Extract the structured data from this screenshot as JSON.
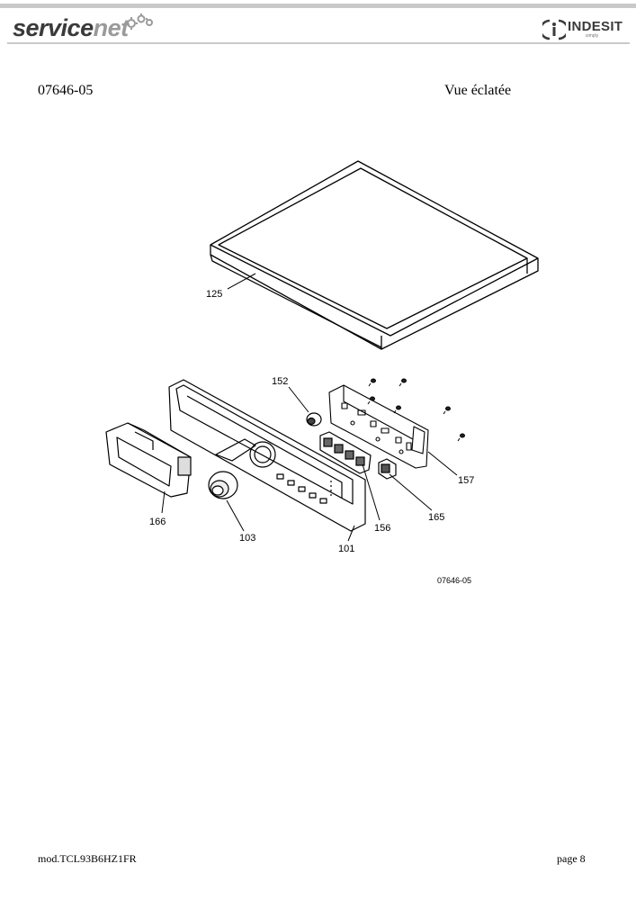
{
  "header": {
    "brand_service_1": "service",
    "brand_service_2": "net",
    "brand_right": "INDESIT",
    "brand_right_tagline": "simply"
  },
  "document": {
    "code": "07646-05",
    "view_title": "Vue éclatée"
  },
  "diagram": {
    "part_labels": [
      "125",
      "152",
      "157",
      "166",
      "103",
      "156",
      "165",
      "101"
    ],
    "drawing_ref": "07646-05"
  },
  "footer": {
    "model": "mod.TCL93B6HZ1FR",
    "page": "page 8"
  }
}
